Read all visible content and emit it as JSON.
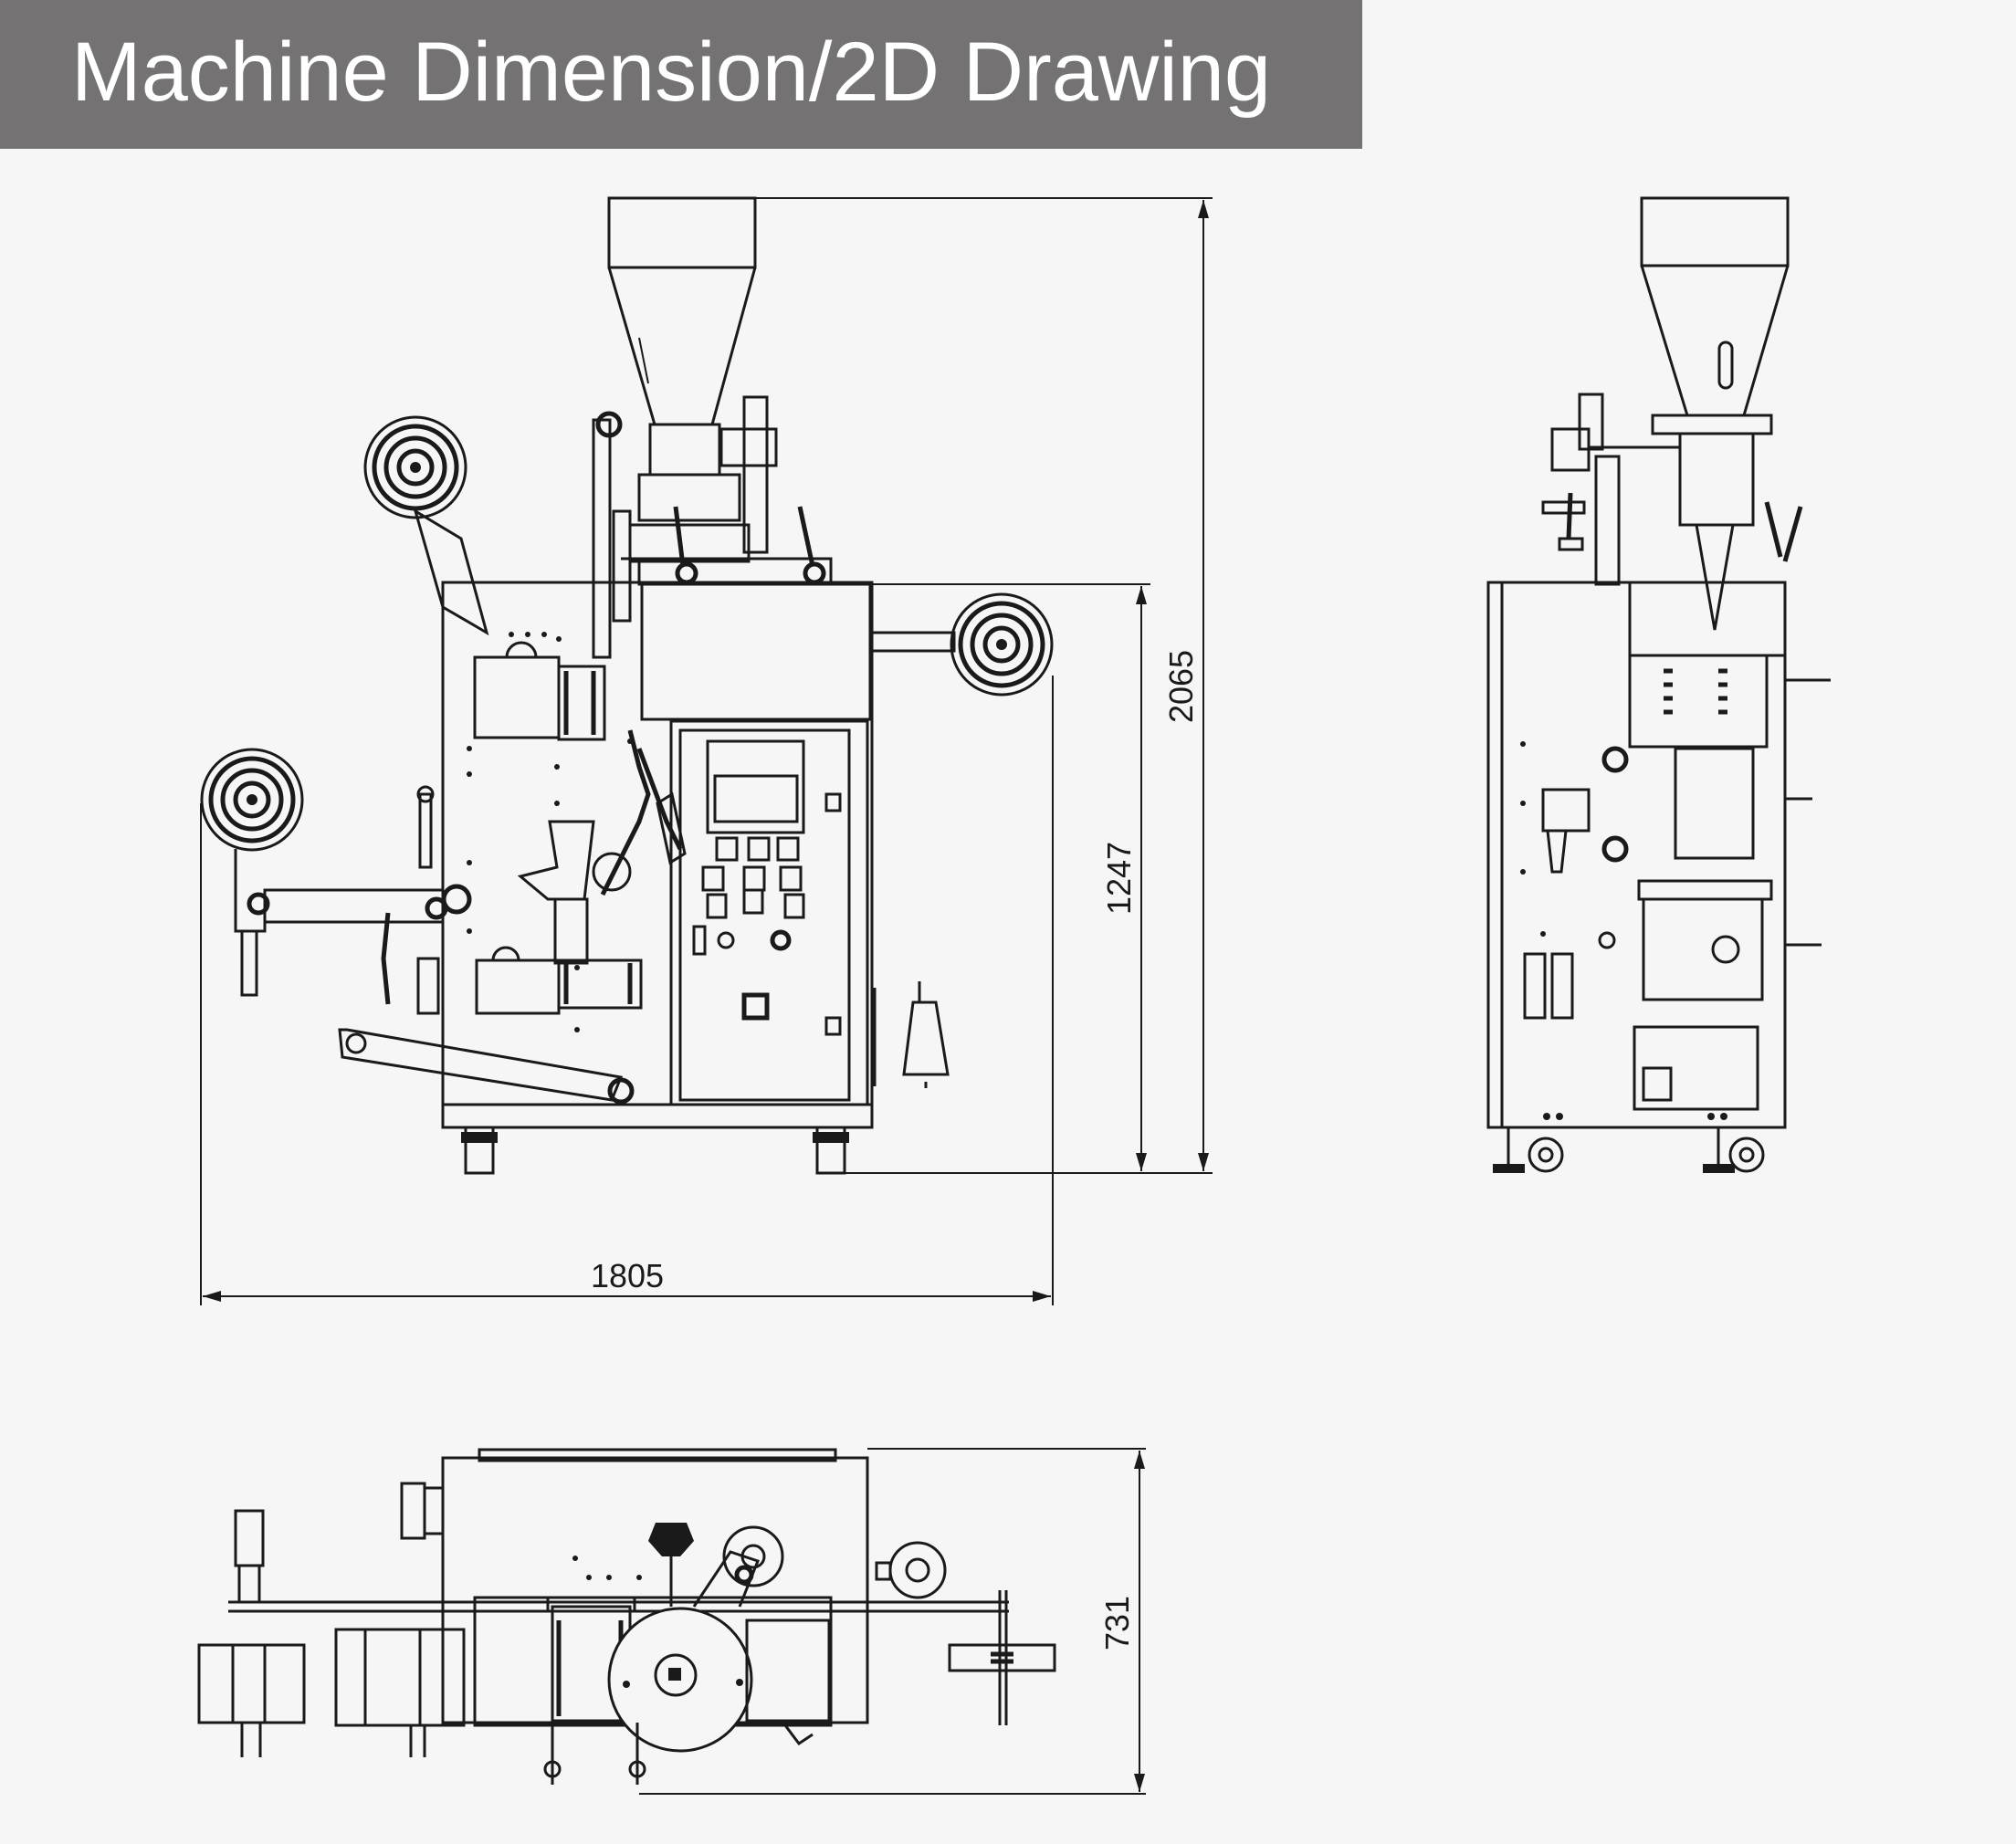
{
  "header": {
    "title": "Machine Dimension/2D Drawing"
  },
  "colors": {
    "title_bar": "#747272",
    "title_text": "#ffffff",
    "background": "#f7f6f6",
    "line": "#1a1a1a"
  },
  "dimensions": {
    "overall_height": "2065",
    "body_height": "1247",
    "overall_width": "1805",
    "depth": "731"
  },
  "views": [
    "front-view",
    "side-view",
    "top-view"
  ]
}
